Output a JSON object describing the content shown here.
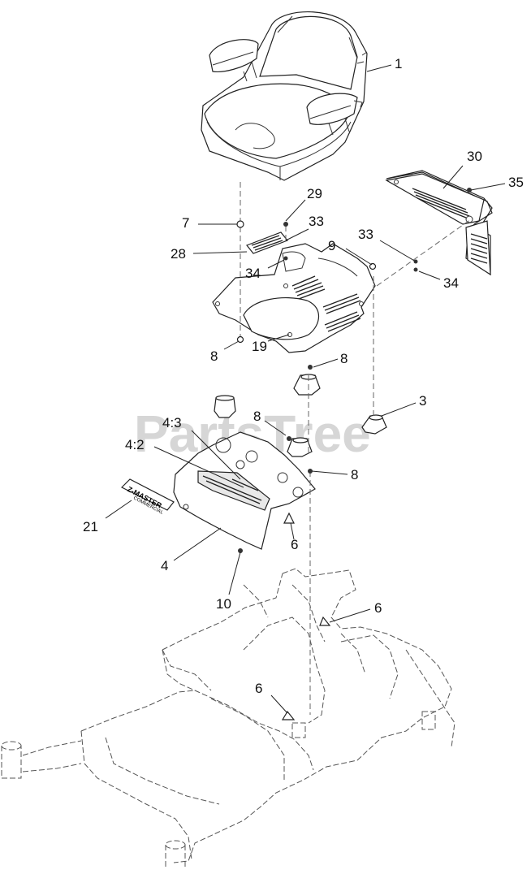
{
  "watermark": "PartsTree",
  "decal": {
    "line1": "Z-MASTER",
    "line2": "COMMERCIAL"
  },
  "callouts": [
    {
      "id": "c1",
      "text": "1"
    },
    {
      "id": "c30",
      "text": "30"
    },
    {
      "id": "c35",
      "text": "35"
    },
    {
      "id": "c29",
      "text": "29"
    },
    {
      "id": "c7",
      "text": "7"
    },
    {
      "id": "c33a",
      "text": "33"
    },
    {
      "id": "c33b",
      "text": "33"
    },
    {
      "id": "c9",
      "text": "9"
    },
    {
      "id": "c28",
      "text": "28"
    },
    {
      "id": "c34a",
      "text": "34"
    },
    {
      "id": "c34b",
      "text": "34"
    },
    {
      "id": "c8a",
      "text": "8"
    },
    {
      "id": "c19",
      "text": "19"
    },
    {
      "id": "c8b",
      "text": "8"
    },
    {
      "id": "c3",
      "text": "3"
    },
    {
      "id": "c4_3",
      "text": "4:3"
    },
    {
      "id": "c8c",
      "text": "8"
    },
    {
      "id": "c4_2",
      "text": "4:2"
    },
    {
      "id": "c8d",
      "text": "8"
    },
    {
      "id": "c21",
      "text": "21"
    },
    {
      "id": "c6a",
      "text": "6"
    },
    {
      "id": "c4",
      "text": "4"
    },
    {
      "id": "c10",
      "text": "10"
    },
    {
      "id": "c6b",
      "text": "6"
    },
    {
      "id": "c6c",
      "text": "6"
    }
  ]
}
